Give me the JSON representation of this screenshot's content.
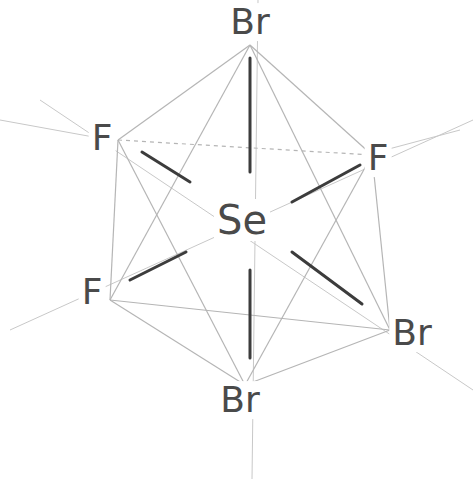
{
  "diagram": {
    "labels": [
      "Br",
      "F",
      "F",
      "Se",
      "F",
      "Br",
      "Br"
    ]
  }
}
